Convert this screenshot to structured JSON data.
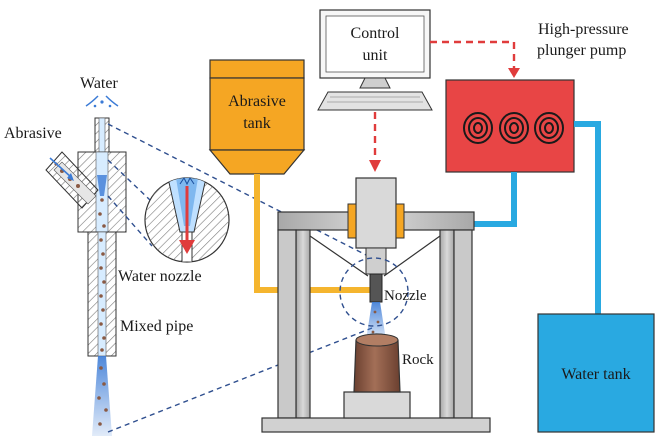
{
  "labels": {
    "water": "Water",
    "abrasive": "Abrasive",
    "water_nozzle": "Water nozzle",
    "mixed_pipe": "Mixed pipe",
    "abrasive_tank_line1": "Abrasive",
    "abrasive_tank_line2": "tank",
    "control_unit_line1": "Control",
    "control_unit_line2": "unit",
    "pump_line1": "High-pressure",
    "pump_line2": "plunger pump",
    "nozzle": "Nozzle",
    "rock": "Rock",
    "water_tank": "Water tank"
  },
  "colors": {
    "abrasive_tank": "#f5a623",
    "abrasive_line": "#f5b52e",
    "pump": "#e84545",
    "water_tank": "#29a9e1",
    "water_line": "#29a9e1",
    "control_signal": "#e03c3c",
    "leader_line": "#2f4f8f",
    "frame": "#b8b8b8",
    "rock": "#8a5a44",
    "flow_blue": "#3b7bd6"
  },
  "icons": {
    "pump_rings": "triple-concentric-rings",
    "monitor": "computer-monitor-icon"
  }
}
